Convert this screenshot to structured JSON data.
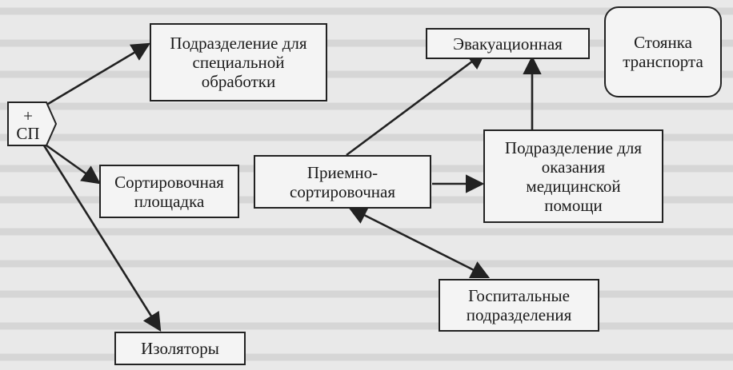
{
  "nodes": {
    "sp": "+\nСП",
    "special_treatment": "Подразделение для\nспециальной\nобработки",
    "evacuation": "Эвакуационная",
    "transport_parking": "Стоянка\nтранспорта",
    "sorting_area": "Сортировочная\nплощадка",
    "reception_sorting": "Приемно-\nсортировочная",
    "medical_aid": "Подразделение для\nоказания\nмедицинской\nпомощи",
    "hospital_units": "Госпитальные\nподразделения",
    "isolators": "Изоляторы"
  },
  "colors": {
    "line": "#222222",
    "box_fill": "#f4f4f4",
    "background": "#e9e9e9"
  }
}
